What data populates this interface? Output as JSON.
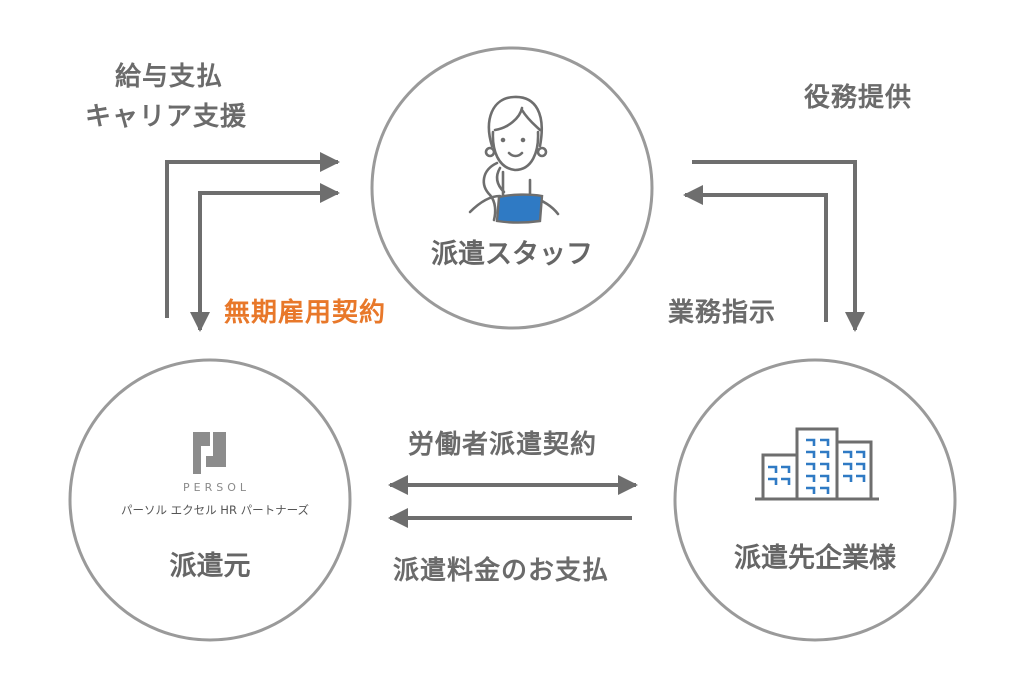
{
  "colors": {
    "line": "#6e6e6e",
    "circle": "#9a9a9a",
    "text": "#6b6b6b",
    "accent_orange": "#e8782a",
    "accent_blue": "#2f7ac4",
    "logo_gray": "#8c8c8c"
  },
  "nodes": {
    "staff": {
      "name": "派遣スタッフ",
      "icon": "woman-staff-icon"
    },
    "agency": {
      "name": "派遣元",
      "icon": "persol-logo-icon",
      "logo_word": "PERSOL",
      "company_name": "パーソル エクセル HR パートナーズ"
    },
    "client": {
      "name": "派遣先企業様",
      "icon": "office-buildings-icon"
    }
  },
  "edges": {
    "agency_to_staff": {
      "label_line1": "給与支払",
      "label_line2": "キャリア支援"
    },
    "staff_agency_contract": {
      "label": "無期雇用契約"
    },
    "staff_to_client": {
      "label": "役務提供"
    },
    "client_to_staff": {
      "label": "業務指示"
    },
    "dispatch_contract": {
      "label": "労働者派遣契約"
    },
    "payment": {
      "label": "派遣料金のお支払"
    }
  }
}
